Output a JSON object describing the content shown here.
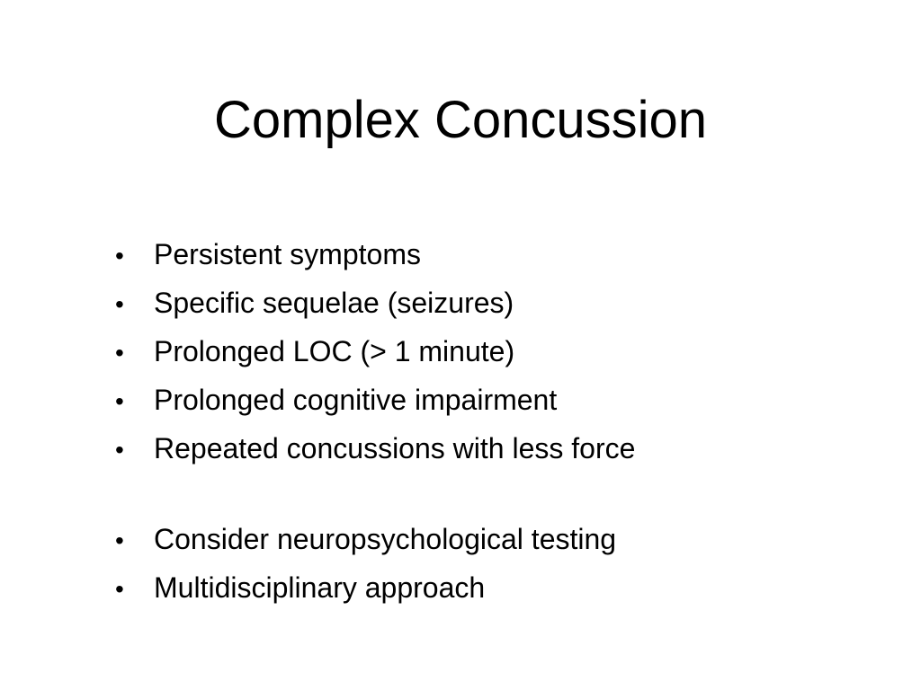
{
  "slide": {
    "title": "Complex Concussion",
    "bullet_glyph": "•",
    "primary_bullets": [
      "Persistent symptoms",
      "Specific sequelae (seizures)",
      "Prolonged LOC (> 1 minute)",
      "Prolonged cognitive impairment",
      "Repeated concussions with less force"
    ],
    "secondary_bullets": [
      "Consider neuropsychological testing",
      "Multidisciplinary approach"
    ]
  }
}
